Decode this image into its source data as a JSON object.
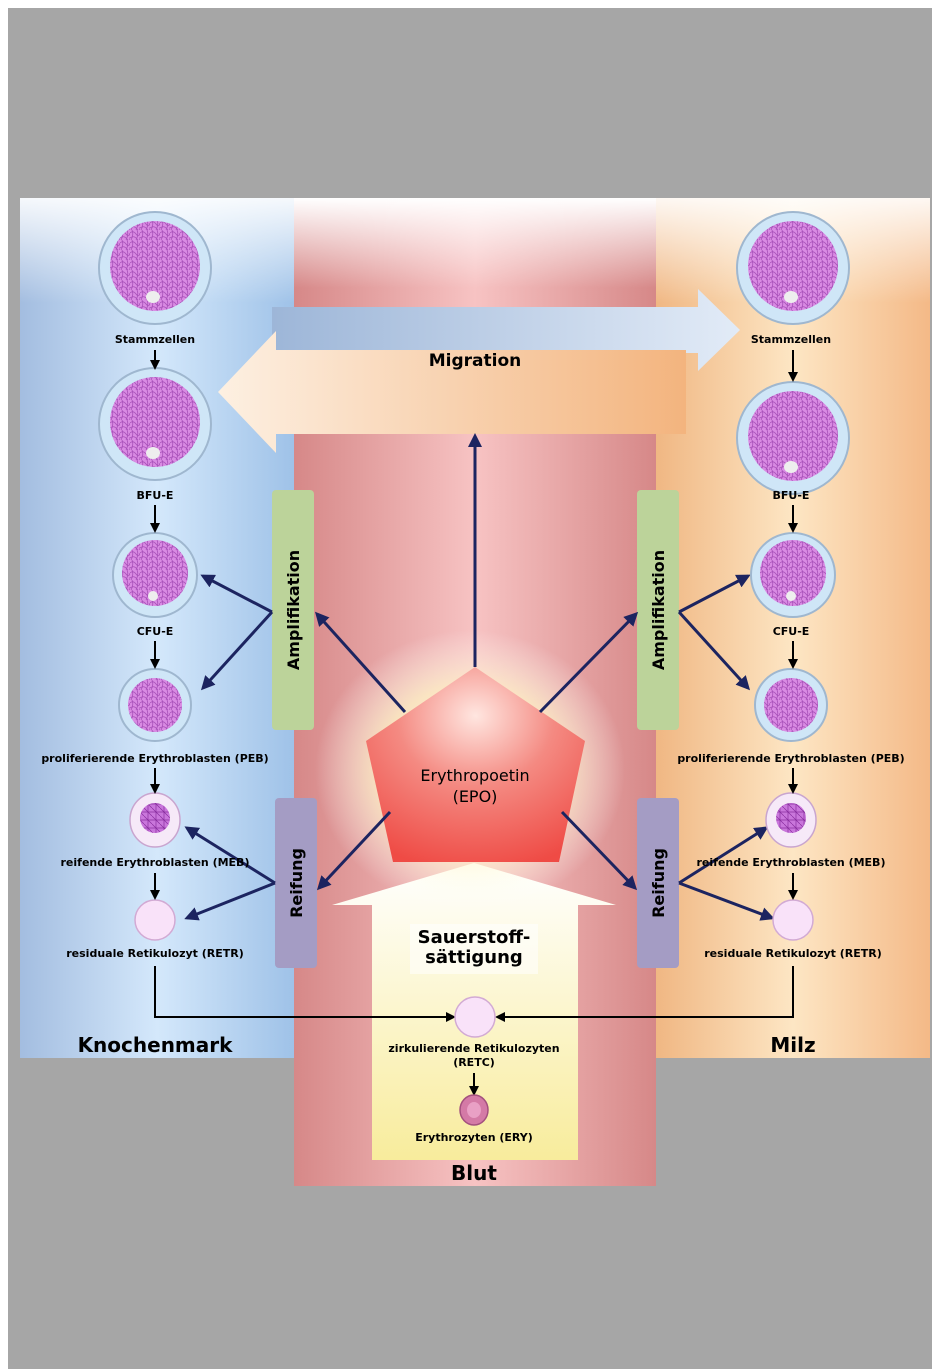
{
  "regions": {
    "bone_marrow": "Knochenmark",
    "spleen": "Milz",
    "blood": "Blut"
  },
  "bone_marrow_cells": {
    "stem": "Stammzellen",
    "bfu": "BFU-E",
    "cfu": "CFU-E",
    "peb": "proliferierende Erythroblasten (PEB)",
    "meb": "reifende Erythroblasten (MEB)",
    "retr": "residuale Retikulozyt (RETR)"
  },
  "spleen_cells": {
    "stem": "Stammzellen",
    "bfu": "BFU-E",
    "cfu": "CFU-E",
    "peb": "proliferierende Erythroblasten (PEB)",
    "meb": "reifende Erythroblasten (MEB)",
    "retr": "residuale Retikulozyt (RETR)"
  },
  "blood_cells": {
    "retc_line1": "zirkulierende Retikulozyten",
    "retc_line2": "(RETC)",
    "ery": "Erythrozyten (ERY)"
  },
  "processes": {
    "migration": "Migration",
    "amplification_left": "Amplifikation",
    "amplification_right": "Amplifikation",
    "maturation_left": "Reifung",
    "maturation_right": "Reifung"
  },
  "epo": {
    "line1": "Erythropoetin",
    "line2": "(EPO)"
  },
  "oxygen": {
    "line1": "Sauerstoff-",
    "line2": "sättigung"
  },
  "colors": {
    "frame": "#a6a6a6",
    "bone_marrow_bg": "#a9c5e6",
    "spleen_bg": "#f3c28f",
    "blood_bg": "#e39b9b",
    "amplification_box": "#bcd39a",
    "maturation_box": "#a49cc4",
    "epo": "#ef5a55",
    "cell_nucleus": "#d98be3",
    "arrow_blue": "#1c2460"
  }
}
